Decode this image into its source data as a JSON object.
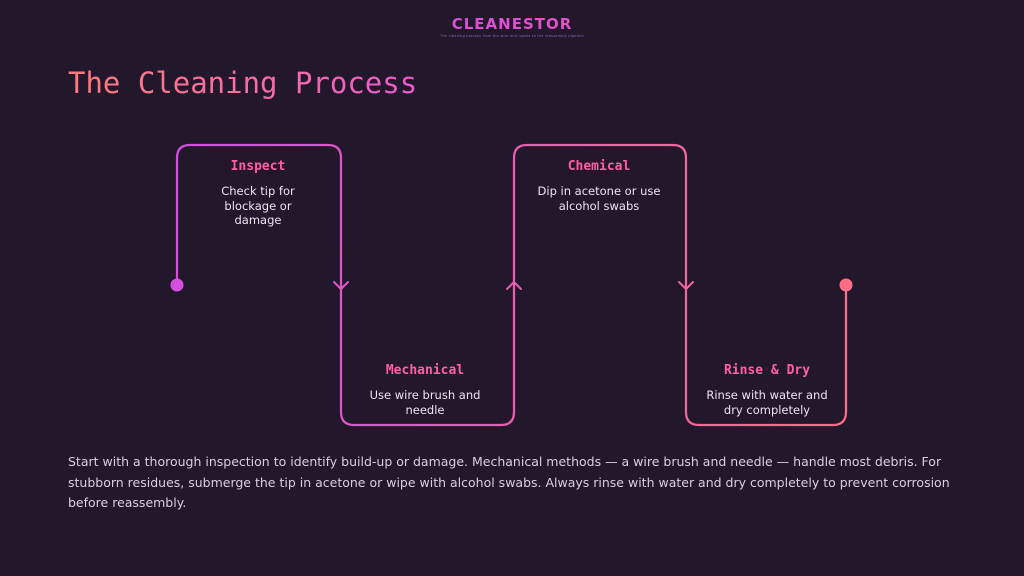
{
  "logo": {
    "name": "CLEANESTOR",
    "tagline": "The cleaning process from the wire and nozzle to the reassembly pipeline"
  },
  "title": "The Cleaning Process",
  "steps": [
    {
      "title": "Inspect",
      "description": "Check tip for blockage or damage"
    },
    {
      "title": "Mechanical",
      "description": "Use wire brush and needle"
    },
    {
      "title": "Chemical",
      "description": "Dip in acetone or use alcohol swabs"
    },
    {
      "title": "Rinse & Dry",
      "description": "Rinse with water and dry completely"
    }
  ],
  "summary": "Start with a thorough inspection to identify build-up or damage. Mechanical methods — a wire brush and needle — handle most debris. For stubborn residues, submerge the tip in acetone or wipe with alcohol swabs. Always rinse with water and dry completely to prevent corrosion before reassembly.",
  "colors": {
    "background": "#23172b",
    "gradient_start": "#d44ee0",
    "gradient_end": "#ff6e86",
    "step_title": "#ff5fa8",
    "text": "#ece4f2"
  }
}
